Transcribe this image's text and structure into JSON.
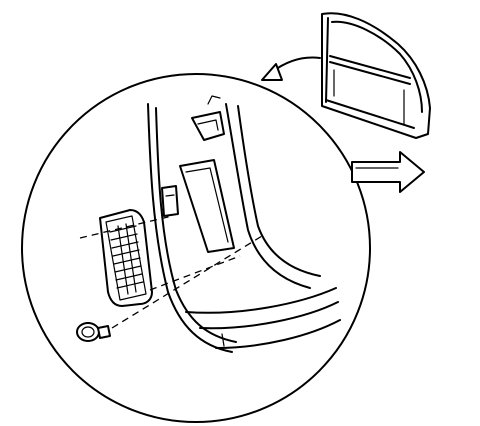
{
  "diagram": {
    "ink_color": "#000000",
    "background_color": "#ffffff",
    "callouts": [
      "pointer-arrow-to-detail",
      "direction-arrow-forward"
    ],
    "parts": [
      "door-frame-overview",
      "body-pillar-detail",
      "vent-grille",
      "fastener-bolt"
    ]
  }
}
